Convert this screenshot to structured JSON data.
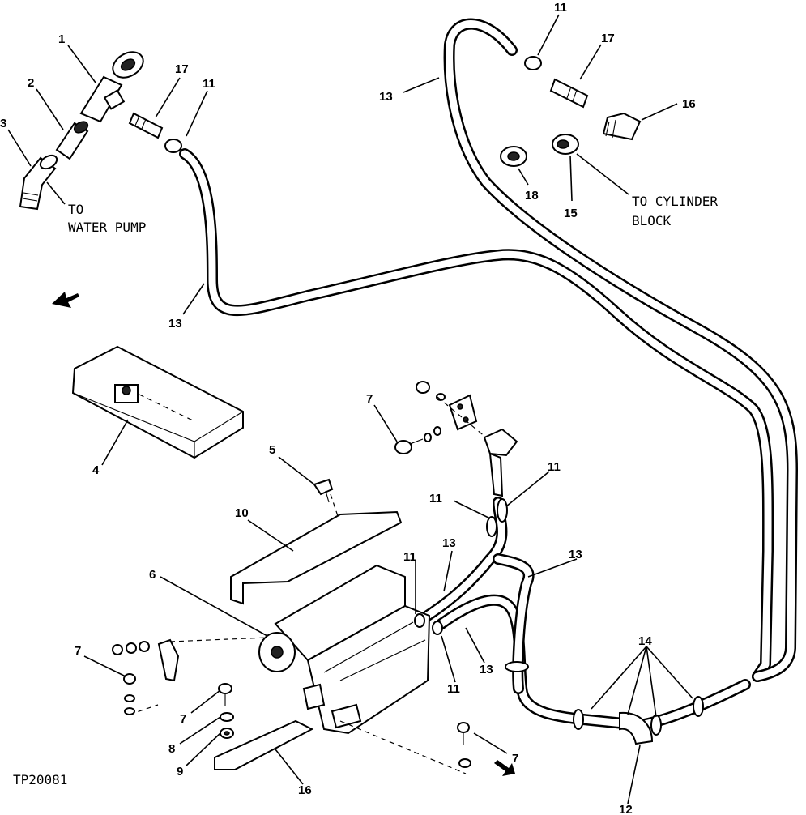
{
  "figure_code": "TP20081",
  "notes": {
    "water_pump": [
      "TO",
      "WATER PUMP"
    ],
    "cylinder_block": [
      "TO CYLINDER",
      "BLOCK"
    ]
  },
  "callouts": {
    "c1": "1",
    "c2": "2",
    "c3": "3",
    "c4": "4",
    "c5": "5",
    "c6": "6",
    "c7a": "7",
    "c7b": "7",
    "c7c": "7",
    "c7d": "7",
    "c8": "8",
    "c9": "9",
    "c10": "10",
    "c11a": "11",
    "c11b": "11",
    "c11c": "11",
    "c11d": "11",
    "c11e": "11",
    "c11f": "11",
    "c12": "12",
    "c13a": "13",
    "c13b": "13",
    "c13c": "13",
    "c13d": "13",
    "c13e": "13",
    "c14": "14",
    "c15": "15",
    "c16a": "16",
    "c16b": "16",
    "c17a": "17",
    "c17b": "17",
    "c18": "18"
  }
}
